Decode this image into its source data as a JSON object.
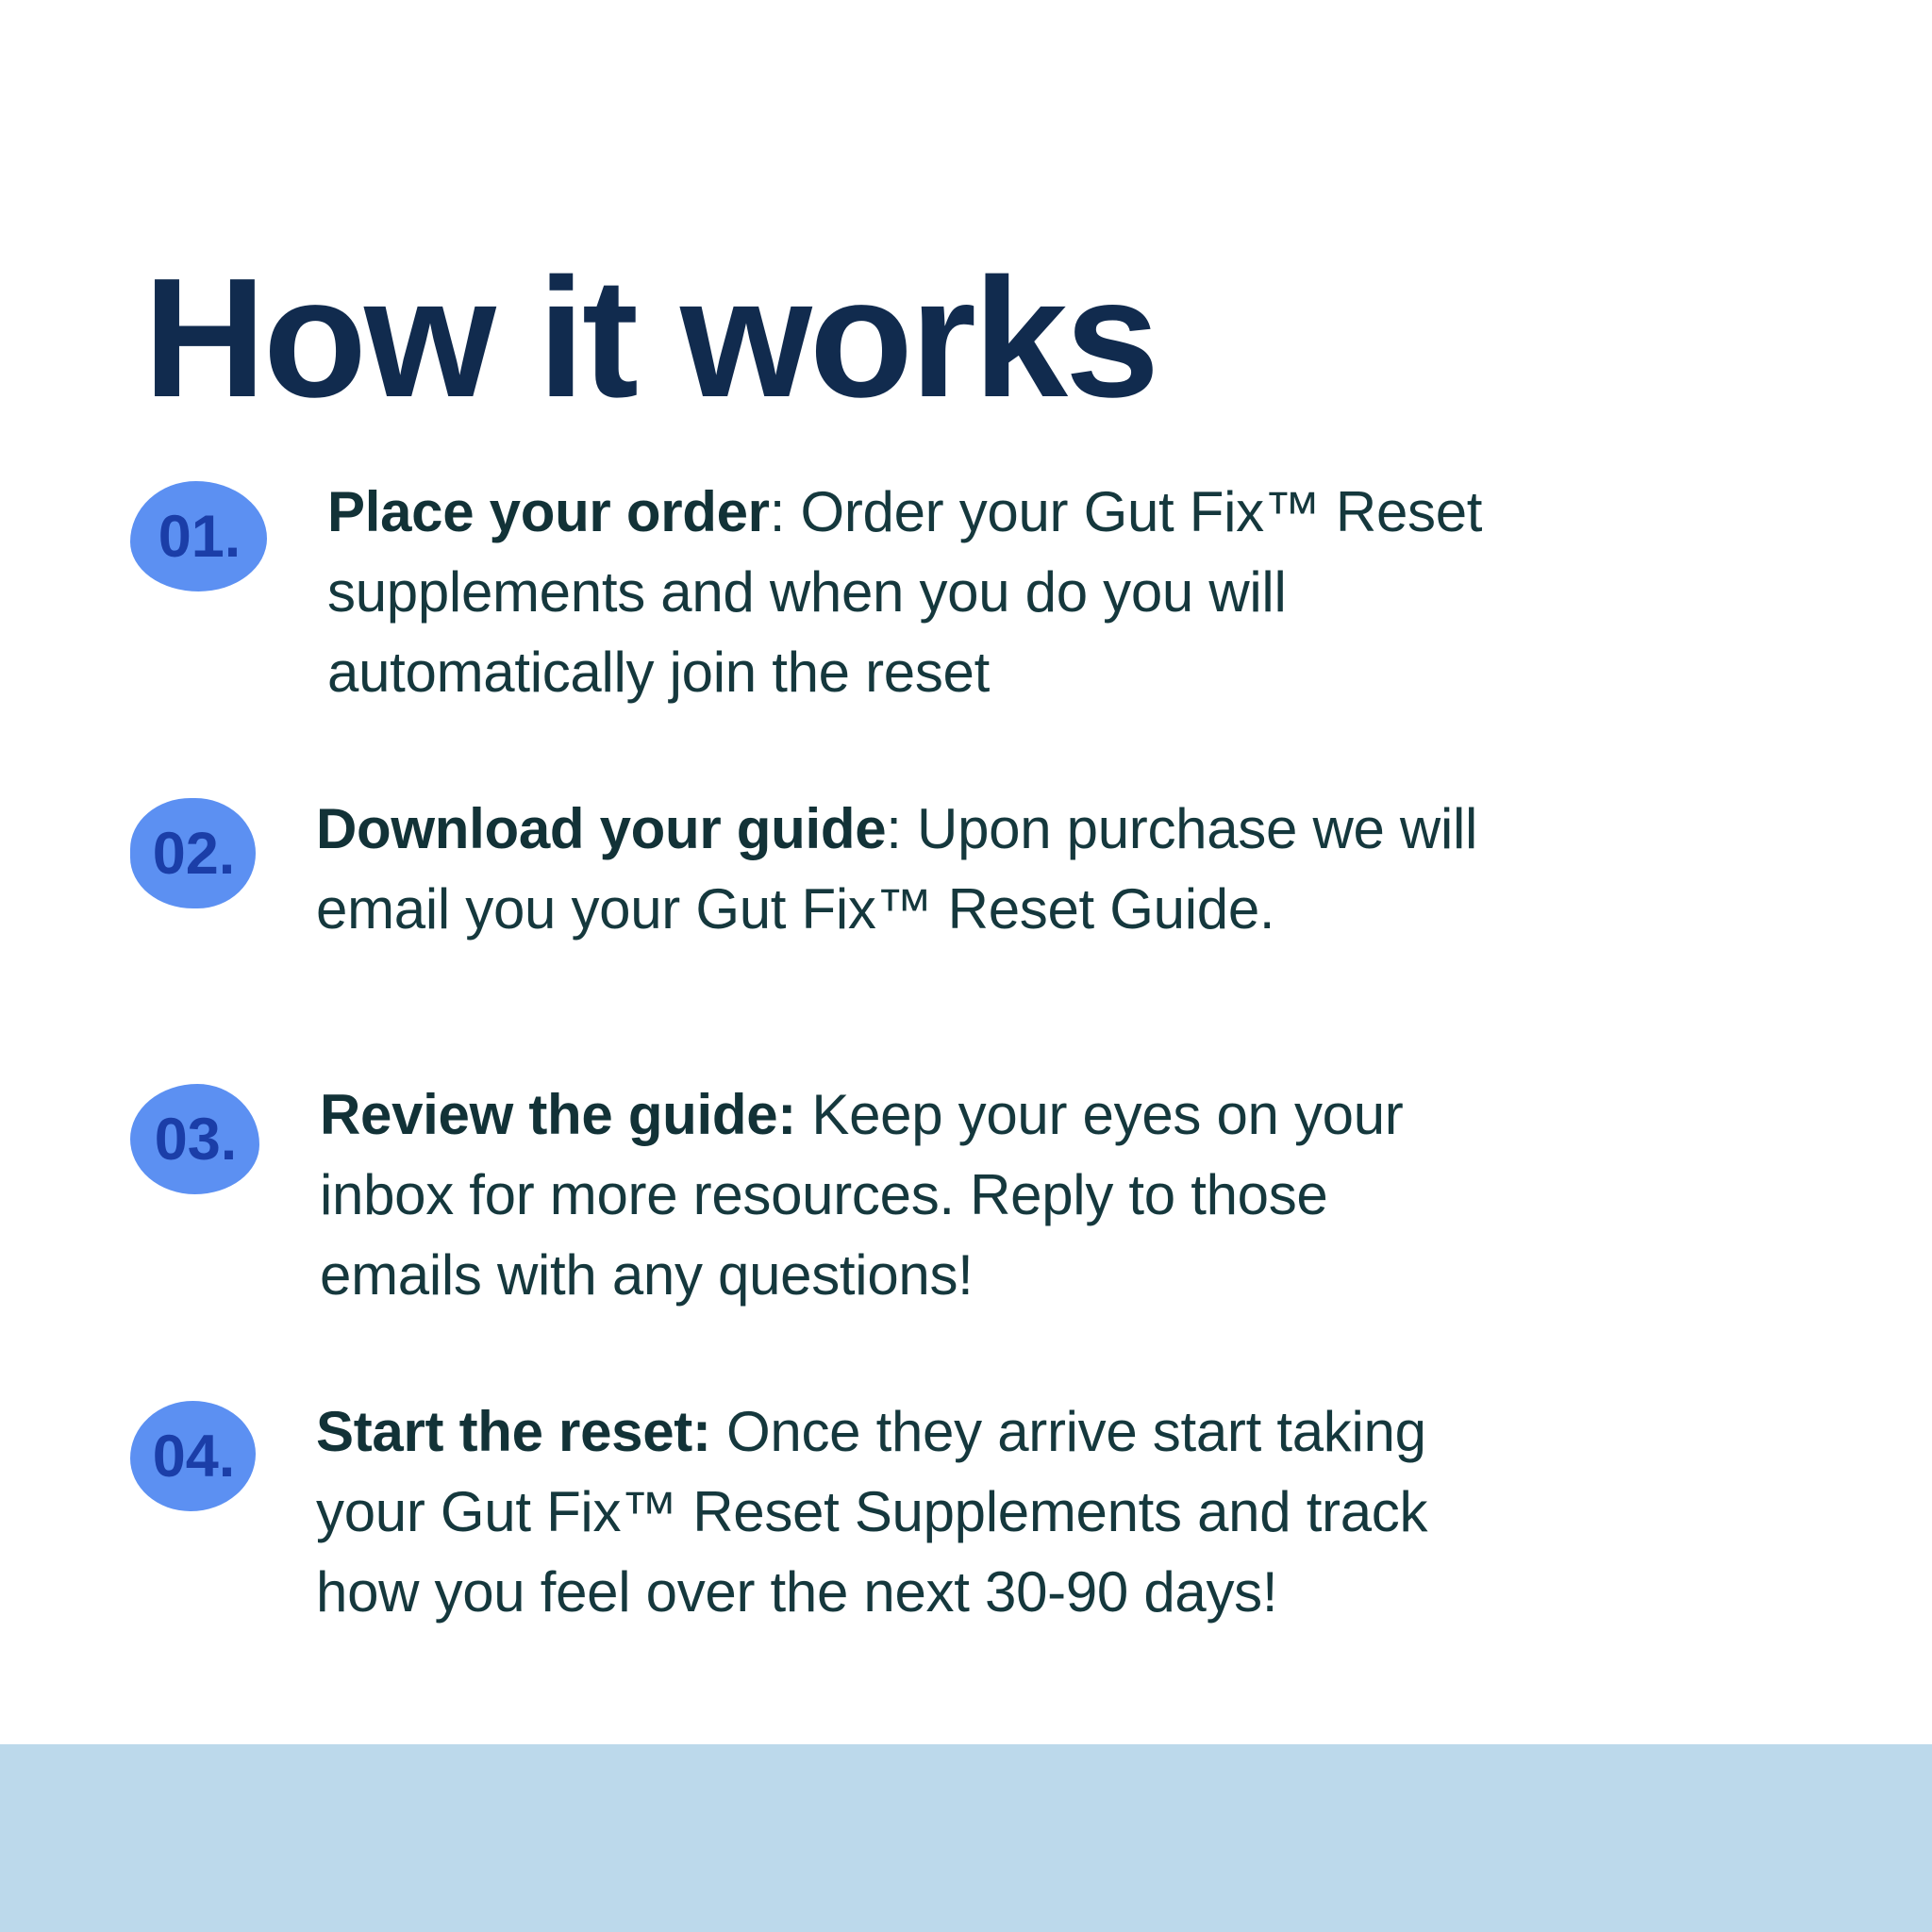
{
  "page": {
    "background_color": "#FFFFFF",
    "footer_band_color": "#BCD9EB"
  },
  "header": {
    "title": "How it works",
    "title_color": "#112B4E"
  },
  "colors": {
    "badge_fill": "#5C90F2",
    "badge_number": "#1B3EA8",
    "body_text": "#15383D"
  },
  "steps": [
    {
      "number": "01.",
      "lead": "Place your order",
      "rest": ": Order your Gut Fix™ Reset\nsupplements and when you do you will\nautomatically join the reset"
    },
    {
      "number": "02.",
      "lead": "Download your guide",
      "rest": ": Upon purchase we will\nemail you your Gut Fix™ Reset Guide."
    },
    {
      "number": "03.",
      "lead": "Review the guide:",
      "rest": " Keep your eyes on your\ninbox for more resources. Reply to those\nemails with any questions!"
    },
    {
      "number": "04.",
      "lead": "Start the reset:",
      "rest": " Once they arrive start taking\nyour Gut Fix™ Reset Supplements and track\nhow you feel over the next 30-90 days!"
    }
  ]
}
